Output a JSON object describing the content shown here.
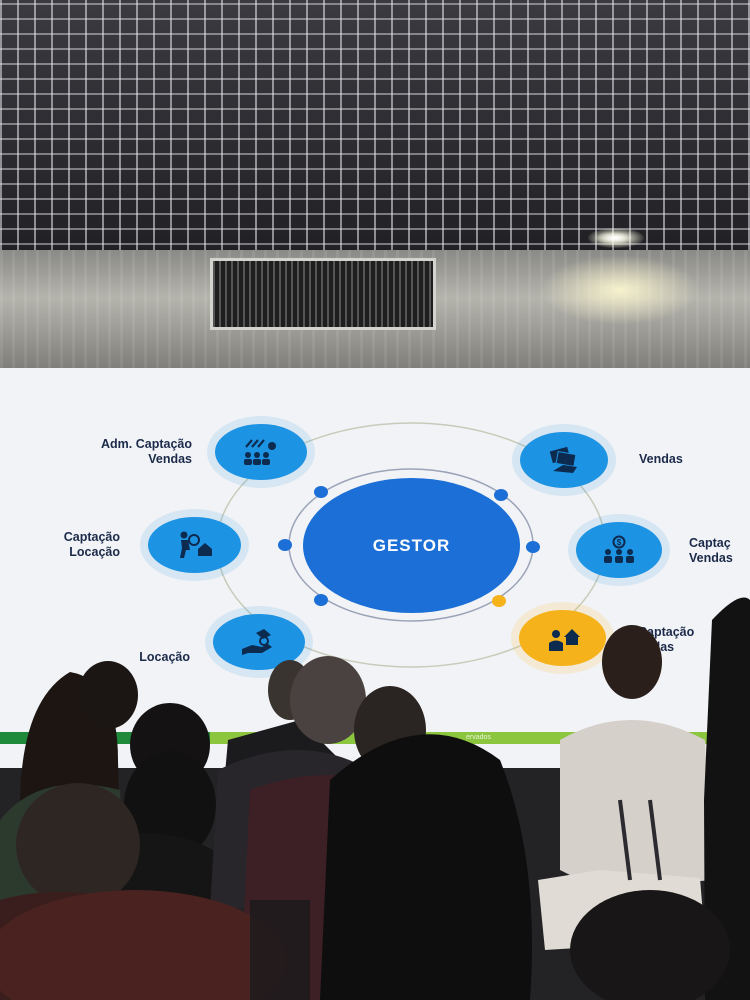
{
  "slide": {
    "center_title": "GESTOR",
    "footer_text": "ervados",
    "nodes": [
      {
        "label": "Adm. Captação\nVendas",
        "label_line1": "Adm. Captação",
        "label_line2": "Vendas",
        "icon": "team-hands-icon",
        "color": "#1d93e3"
      },
      {
        "label_line1": "Captação",
        "label_line2": "Locação",
        "icon": "person-house-search-icon",
        "color": "#1d93e3"
      },
      {
        "label_line1": "Locação",
        "icon": "hand-key-icon",
        "color": "#1d93e3"
      },
      {
        "label_line1": "Vendas",
        "icon": "money-hand-icon",
        "color": "#1d93e3"
      },
      {
        "label_line1": "Captaç",
        "label_line2": "Vendas",
        "icon": "dollar-group-icon",
        "color": "#1d93e3"
      },
      {
        "label_line1": "Captação",
        "label_line2": "endas",
        "icon": "person-house-icon",
        "color": "#f6b21a"
      }
    ]
  },
  "colors": {
    "accent_blue": "#1b6fd6",
    "node_blue": "#1d93e3",
    "highlight_yellow": "#f6b21a",
    "footer_green": "#8cc63f"
  }
}
